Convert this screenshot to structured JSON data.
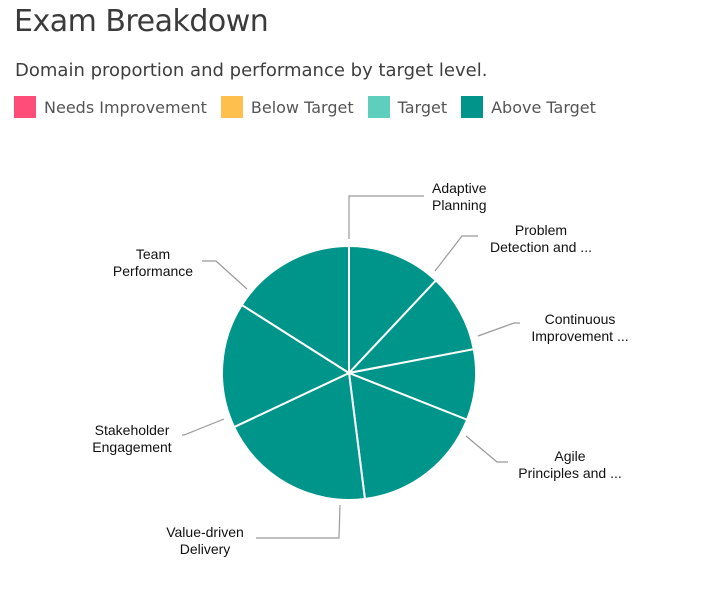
{
  "header": {
    "title": "Exam Breakdown",
    "subtitle": "Domain proportion and performance by target level."
  },
  "legend": [
    {
      "label": "Needs Improvement",
      "color": "#ff4d7a"
    },
    {
      "label": "Below Target",
      "color": "#ffbf4d"
    },
    {
      "label": "Target",
      "color": "#5fcfbd"
    },
    {
      "label": "Above Target",
      "color": "#00958a"
    }
  ],
  "chart_data": {
    "type": "pie",
    "title": "Exam Breakdown",
    "subtitle": "Domain proportion and performance by target level.",
    "legend_position": "top-left",
    "slice_color": "#00958a",
    "slice_border": "#ffffff",
    "categories": [
      "Adaptive Planning",
      "Problem Detection and ...",
      "Continuous Improvement ...",
      "Agile Principles and ...",
      "Value-driven Delivery",
      "Stakeholder Engagement",
      "Team Performance"
    ],
    "label_lines": [
      [
        "Adaptive",
        "Planning"
      ],
      [
        "Problem",
        "Detection and ..."
      ],
      [
        "Continuous",
        "Improvement ..."
      ],
      [
        "Agile",
        "Principles and ..."
      ],
      [
        "Value-driven",
        "Delivery"
      ],
      [
        "Stakeholder",
        "Engagement"
      ],
      [
        "Team",
        "Performance"
      ]
    ],
    "values": [
      12,
      10,
      9,
      17,
      20,
      16,
      16
    ],
    "levels": [
      "Above Target",
      "Above Target",
      "Above Target",
      "Above Target",
      "Above Target",
      "Above Target",
      "Above Target"
    ]
  }
}
